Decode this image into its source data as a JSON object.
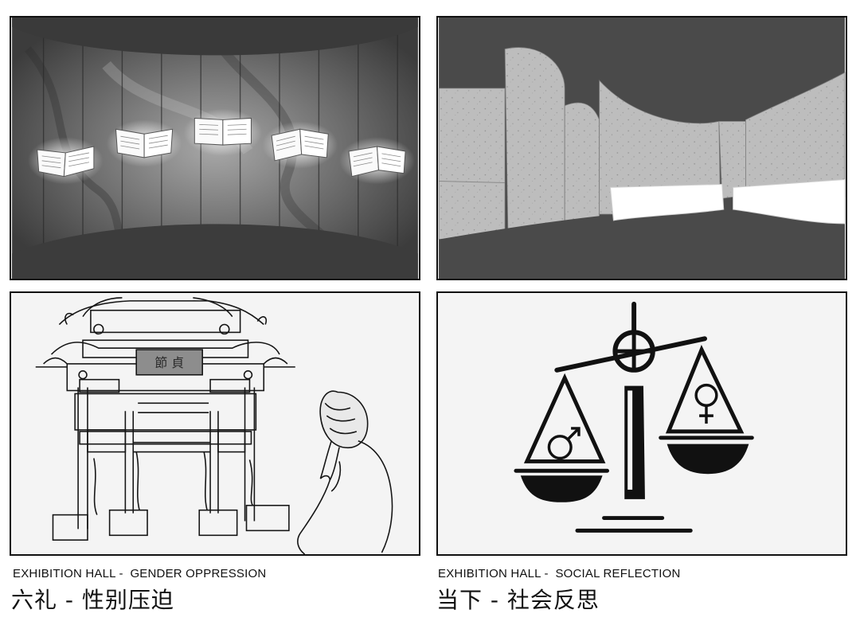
{
  "panels": [
    {
      "id": "hall-books",
      "plaque_text": ""
    },
    {
      "id": "hall-corridor"
    },
    {
      "id": "archway-sketch",
      "plaque_text": "節 貞"
    },
    {
      "id": "gender-scale"
    }
  ],
  "captions": [
    {
      "en": "EXHIBITION HALL -  GENDER OPPRESSION",
      "zh": "六礼 - 性别压迫"
    },
    {
      "en": "EXHIBITION HALL -  SOCIAL REFLECTION",
      "zh": "当下 - 社会反思"
    }
  ],
  "icons": {
    "male": "male-symbol-icon",
    "female": "female-symbol-icon"
  },
  "colors": {
    "dark_gray": "#4a4a4a",
    "mid_gray": "#8a8a8a",
    "light_gray": "#bdbdbd",
    "ink": "#111111",
    "paper": "#f4f4f4"
  }
}
